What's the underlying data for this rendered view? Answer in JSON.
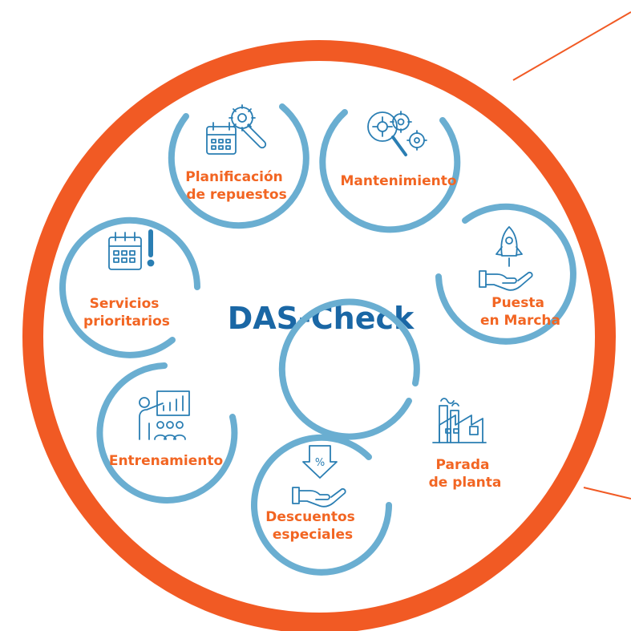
{
  "diagram": {
    "title": "DAS-Check",
    "colors": {
      "ring": "#f15a24",
      "circle_arc": "#6aaed1",
      "icon": "#2a7eb3",
      "label": "#f26522",
      "title": "#1a67a5",
      "background": "#ffffff"
    },
    "items": [
      {
        "id": "planificacion",
        "lines": [
          "Planificación",
          "de repuestos"
        ],
        "icon": "calendar-gear-wrench-icon"
      },
      {
        "id": "mantenimiento",
        "lines": [
          "Mantenimiento"
        ],
        "icon": "magnifier-gears-icon"
      },
      {
        "id": "puesta",
        "lines": [
          "Puesta",
          "en Marcha"
        ],
        "icon": "rocket-hand-icon"
      },
      {
        "id": "parada",
        "lines": [
          "Parada",
          "de planta"
        ],
        "icon": "factory-icon"
      },
      {
        "id": "descuentos",
        "lines": [
          "Descuentos",
          "especiales"
        ],
        "icon": "discount-hand-icon"
      },
      {
        "id": "entrenamiento",
        "lines": [
          "Entrenamiento"
        ],
        "icon": "presentation-board-icon"
      },
      {
        "id": "servicios",
        "lines": [
          "Servicios",
          "prioritarios"
        ],
        "icon": "calendar-alert-icon"
      }
    ]
  }
}
